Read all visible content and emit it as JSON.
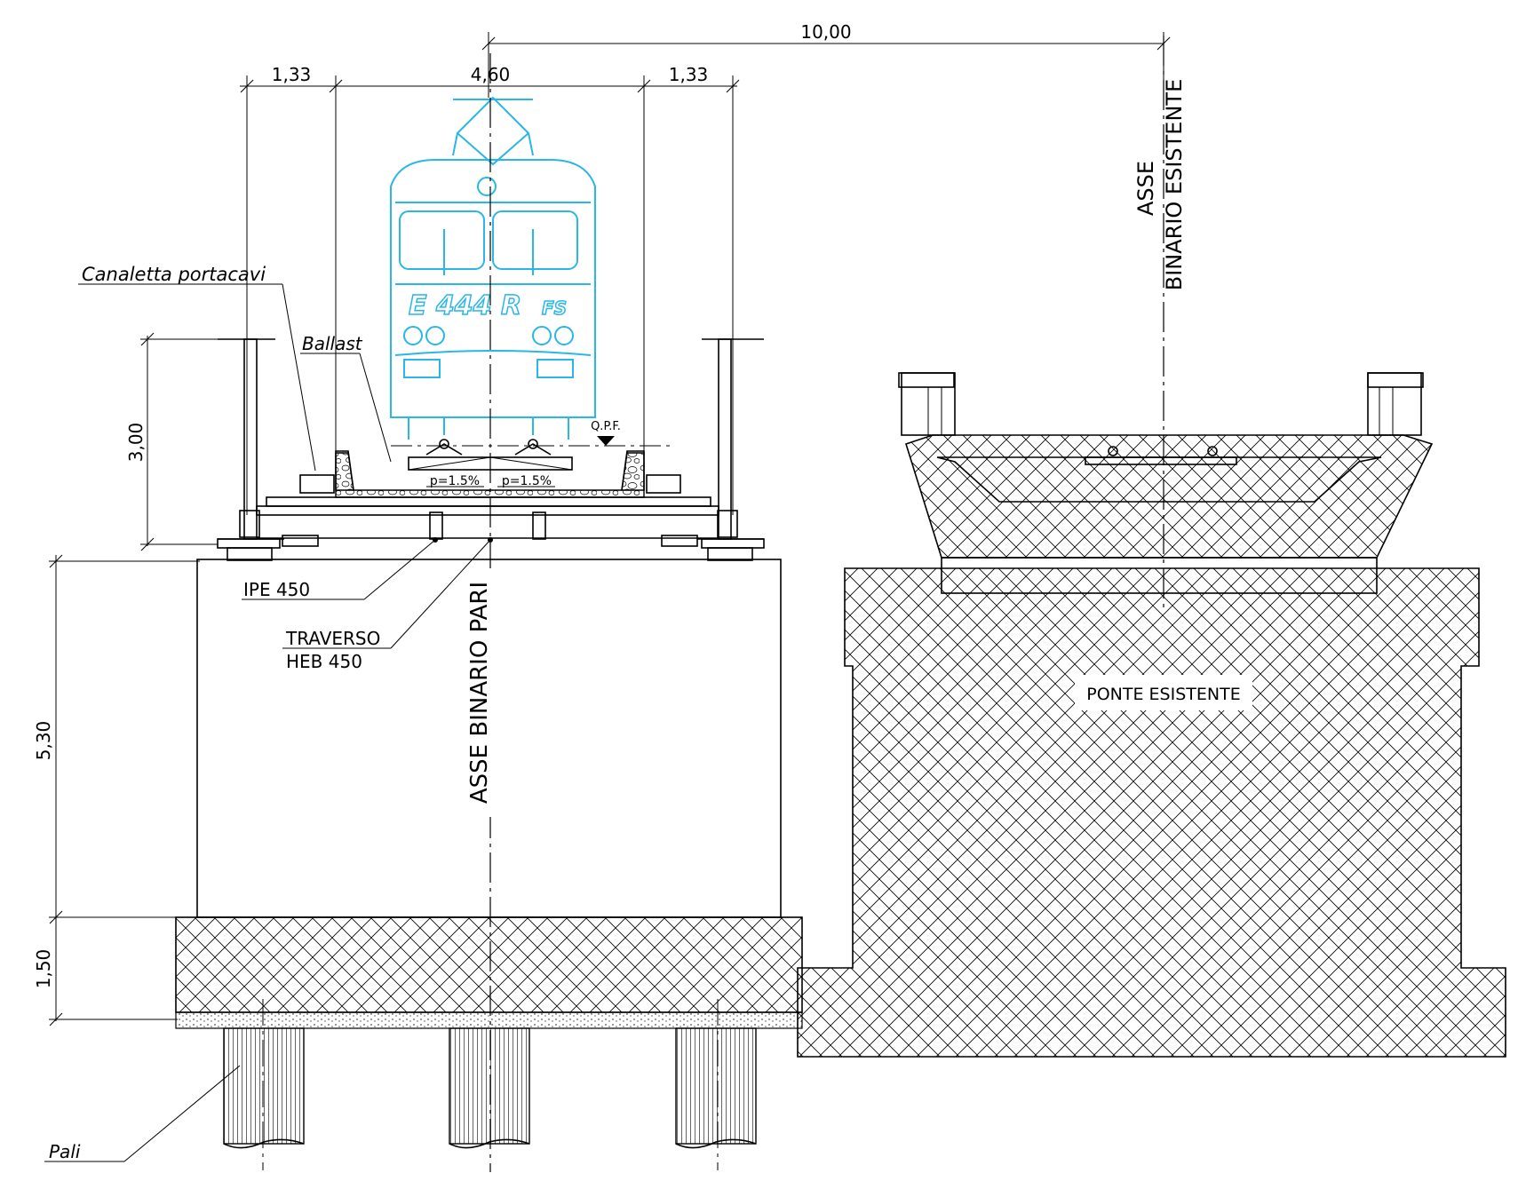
{
  "dimensions": {
    "top_total": "10,00",
    "left_span": "1,33",
    "mid_span": "4,60",
    "right_span": "1,33",
    "height_upper": "3,00",
    "height_pier": "5,30",
    "height_footing": "1,50"
  },
  "labels": {
    "canaletta": "Canaletta  portacavi",
    "ballast": "Ballast",
    "ipe": "IPE  450",
    "traverso": "TRAVERSO",
    "heb": "HEB  450",
    "pali": "Pali",
    "asse_pari": "ASSE  BINARIO  PARI",
    "asse_esistente_1": "ASSE",
    "asse_esistente_2": "BINARIO  ESISTENTE",
    "ponte_esistente": "PONTE  ESISTENTE",
    "qpf": "Q.P.F.",
    "slope_left": "p=1.5%",
    "slope_right": "p=1.5%",
    "loco_code": "E 444 R",
    "loco_logo": "FS"
  },
  "colors": {
    "line": "#000000",
    "locomotive": "#29b6e8"
  }
}
